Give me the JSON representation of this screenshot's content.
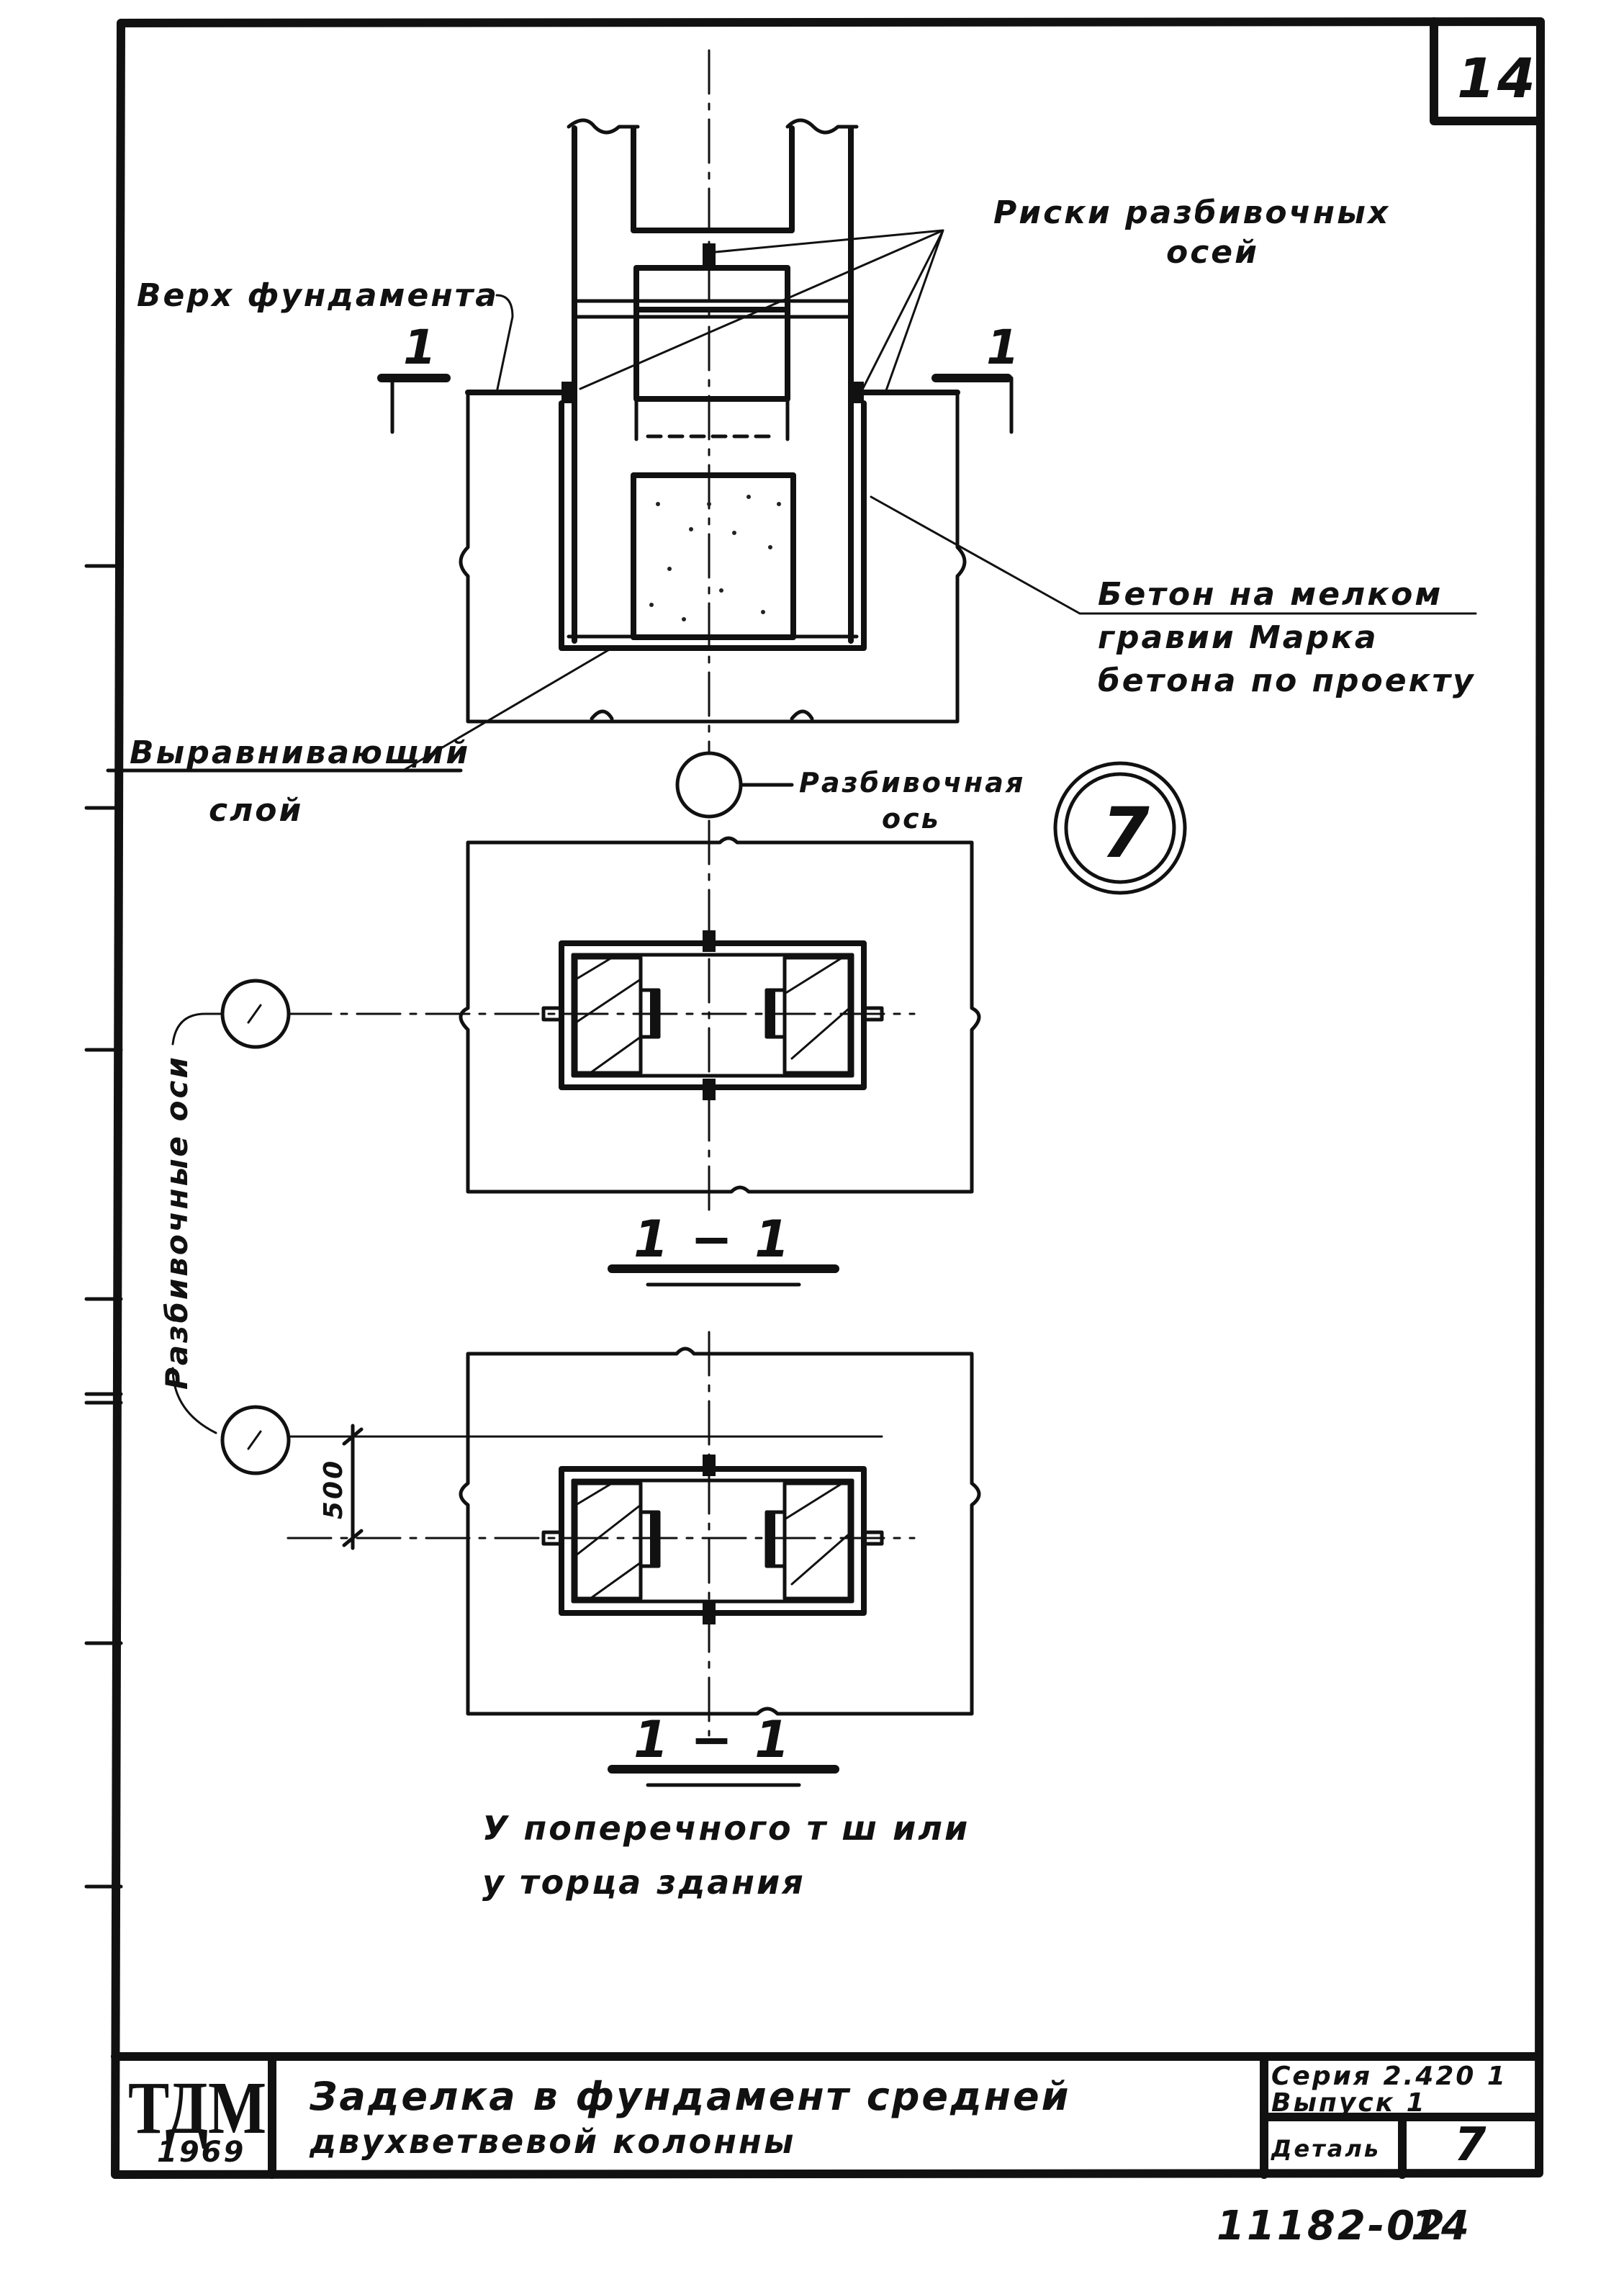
{
  "sheet": {
    "number": "14",
    "archive_number": "11182-02",
    "archive_sheet": "14"
  },
  "callouts": {
    "risks": "Риски разбивочных",
    "risks_2": "осей",
    "top_foundation": "Верх фундамента",
    "concrete_1": "Бетон на мелком",
    "concrete_2": "гравии Марка",
    "concrete_3": "бетона по проекту",
    "leveling_1": "Выравнивающий",
    "leveling_2": "слой",
    "axis_1": "Разбивочная",
    "axis_2": "ось",
    "axes_vertical": "Разбивочные оси"
  },
  "detail": {
    "number": "7"
  },
  "sections": {
    "cut_mark": "1",
    "label": "1 − 1",
    "dimension": "500",
    "note_1": "У поперечного т ш или",
    "note_2": "у торца здания"
  },
  "title_block": {
    "logo": "ТДМ",
    "year": "1969",
    "title_1": "Заделка в фундамент средней",
    "title_2": "двухветвевой колонны",
    "series_1": "Серия 2.420 1",
    "series_2": "Выпуск 1",
    "detail_label": "Деталь",
    "detail_value": "7"
  }
}
